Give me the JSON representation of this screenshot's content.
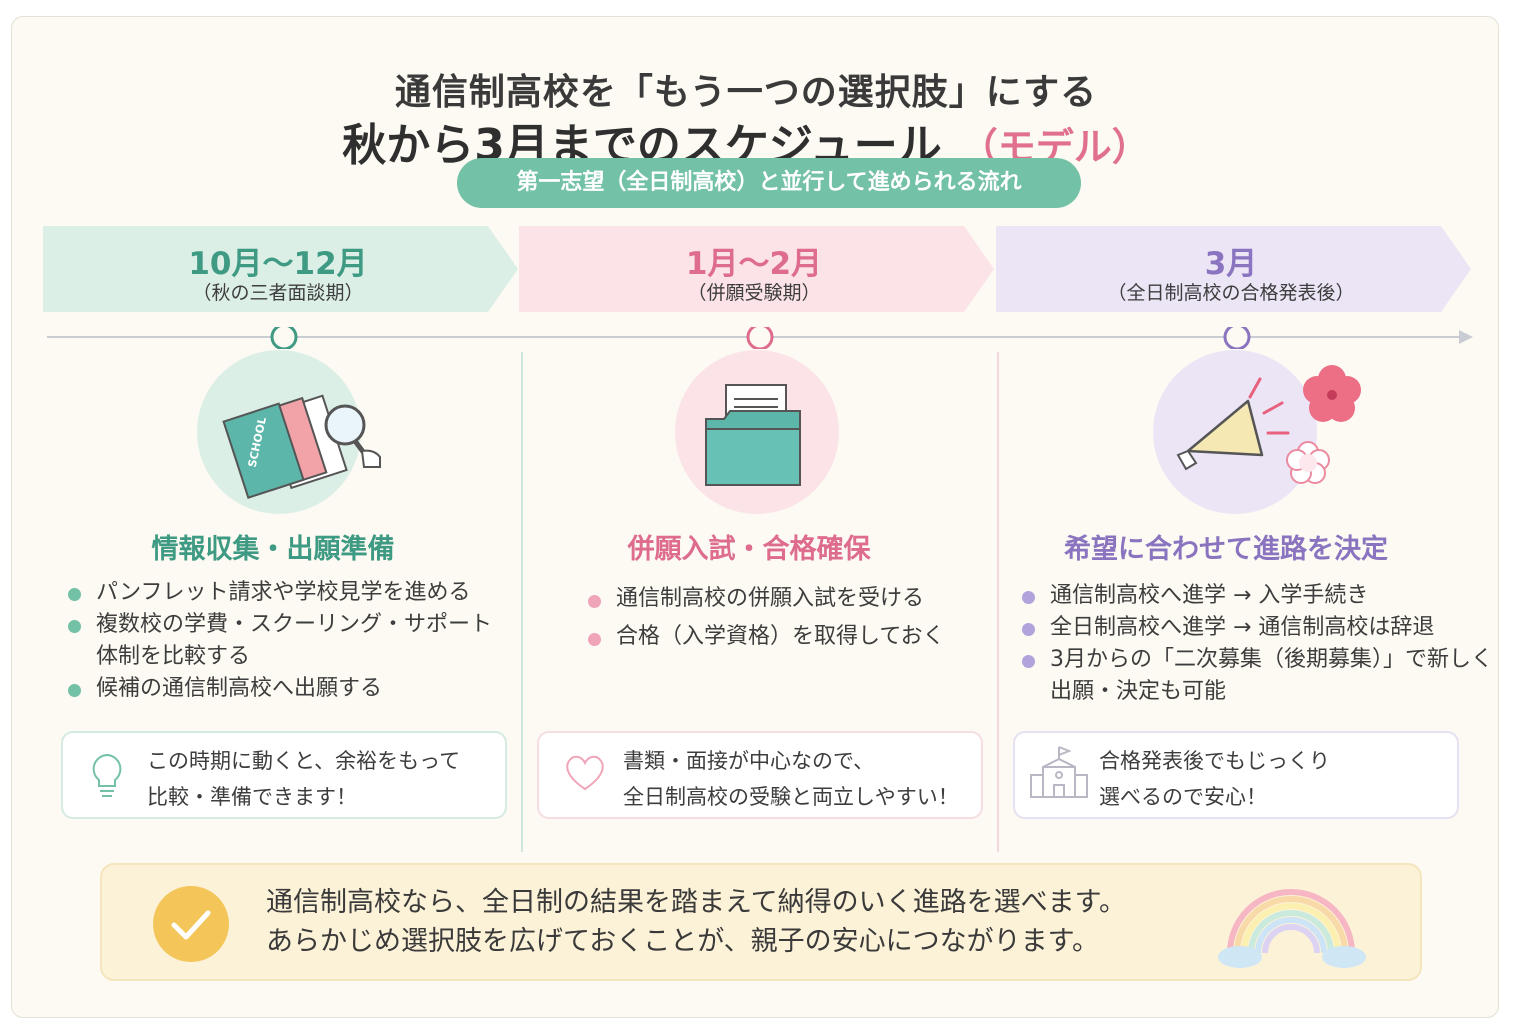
{
  "header": {
    "title_line1": "通信制高校を「もう一つの選択肢」にする",
    "title_line2": "秋から3月までのスケジュール",
    "title_model": "（モデル）",
    "subtitle_pill": "第一志望（全日制高校）と並行して進められる流れ"
  },
  "colors": {
    "green": "#73c1a6",
    "pink": "#e0708e",
    "purple": "#8a74c0",
    "gold": "#f4c659"
  },
  "stages": [
    {
      "period": "10月～12月",
      "period_sub": "（秋の三者面談期）",
      "icon": "school-brochures-magnifier-icon",
      "heading": "情報収集・出願準備",
      "items": [
        "パンフレット請求や学校見学を進める",
        "複数校の学費・スクーリング・サポート体制を比較する",
        "候補の通信制高校へ出願する"
      ],
      "note_icon": "lightbulb-icon",
      "note": [
        "この時期に動くと、余裕をもって",
        "比較・準備できます！"
      ],
      "school_label": "SCHOOL"
    },
    {
      "period": "1月～2月",
      "period_sub": "（併願受験期）",
      "icon": "document-folder-icon",
      "heading": "併願入試・合格確保",
      "items": [
        "通信制高校の併願入試を受ける",
        "合格（入学資格）を取得しておく"
      ],
      "note_icon": "heart-icon",
      "note": [
        "書類・面接が中心なので、",
        "全日制高校の受験と両立しやすい！"
      ]
    },
    {
      "period": "3月",
      "period_sub": "（全日制高校の合格発表後）",
      "icon": "megaphone-sakura-icon",
      "heading": "希望に合わせて進路を決定",
      "items": [
        "通信制高校へ進学 → 入学手続き",
        "全日制高校へ進学 → 通信制高校は辞退",
        "3月からの「二次募集（後期募集）」で新しく出願・決定も可能"
      ],
      "note_icon": "school-building-icon",
      "note": [
        "合格発表後でもじっくり",
        "選べるので安心！"
      ]
    }
  ],
  "bottom": {
    "icon": "checkmark-icon",
    "line1": "通信制高校なら、全日制の結果を踏まえて納得のいく進路を選べます。",
    "line2": "あらかじめ選択肢を広げておくことが、親子の安心につながります。",
    "decoration": "rainbow-icon"
  }
}
